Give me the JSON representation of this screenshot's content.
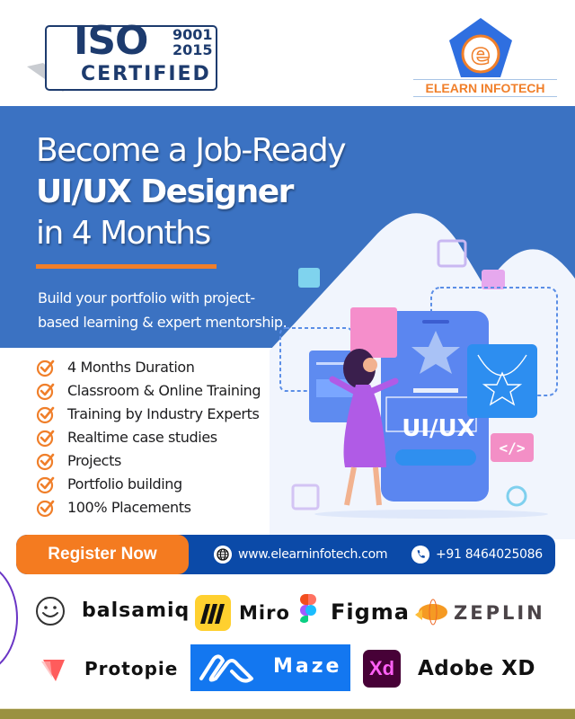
{
  "header": {
    "iso_badge": {
      "iso": "ISO",
      "standard_line1": "9001",
      "standard_line2": "2015",
      "certified": "CERTIFIED"
    },
    "brand": {
      "logo_letter": "e",
      "name": "ELEARN INFOTECH"
    }
  },
  "hero": {
    "title_line1": "Become a Job-Ready",
    "title_line2": "UI/UX Designer",
    "title_line3": "in 4 Months",
    "subtitle_line1": "Build your portfolio with project-",
    "subtitle_line2": "based learning & expert mentorship.",
    "illustration_text": "UI/UX"
  },
  "features": [
    {
      "label": "4 Months Duration"
    },
    {
      "label": "Classroom & Online Training"
    },
    {
      "label": "Training by Industry Experts"
    },
    {
      "label": "Realtime case studies"
    },
    {
      "label": "Projects"
    },
    {
      "label": "Portfolio building"
    },
    {
      "label": "100% Placements"
    }
  ],
  "cta": {
    "register_label": "Register Now",
    "website": "www.elearninfotech.com",
    "phone": "+91 8464025086",
    "website_icon": "globe-icon",
    "phone_icon": "phone-icon"
  },
  "tools": [
    {
      "name": "balsamiq",
      "icon": "smiley-icon"
    },
    {
      "name": "Miro",
      "icon": "miro-icon"
    },
    {
      "name": "Figma",
      "icon": "figma-icon"
    },
    {
      "name": "ZEPLIN",
      "icon": "zeppelin-icon"
    },
    {
      "name": "Protopie",
      "icon": "protopie-icon"
    },
    {
      "name": "Maze",
      "icon": "maze-icon"
    },
    {
      "name": "Adobe XD",
      "icon": "xd-icon",
      "icon_text": "Xd"
    }
  ],
  "colors": {
    "brand_blue": "#3b72c2",
    "accent_orange": "#f47b20",
    "cta_blue": "#0b4aa8",
    "iso_navy": "#1d3b6e",
    "footer_olive": "#9a9140"
  }
}
